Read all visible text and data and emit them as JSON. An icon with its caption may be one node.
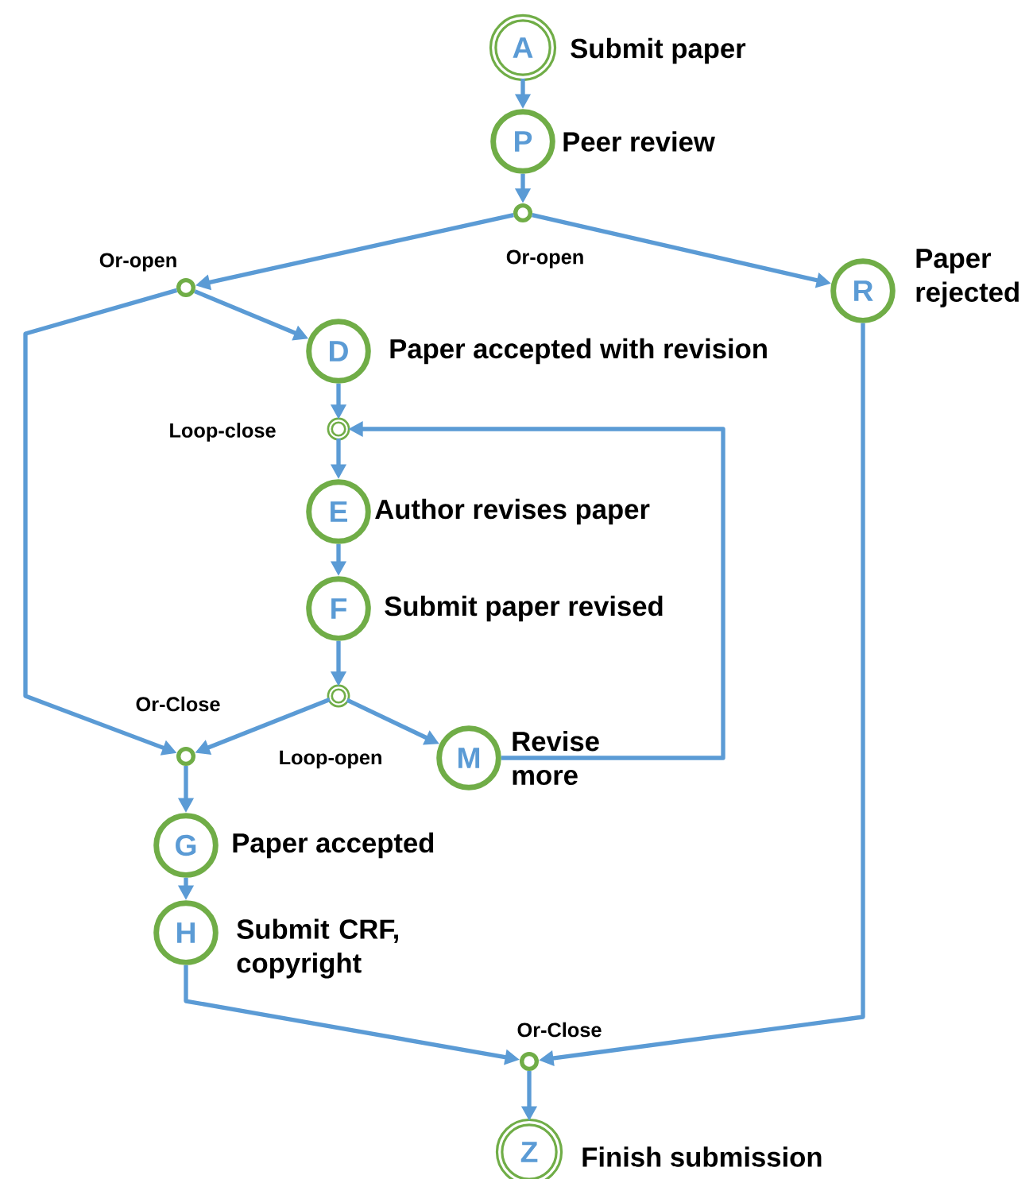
{
  "diagram": {
    "nodes": [
      {
        "text": [
          "A"
        ],
        "beside": [
          "Submit paper"
        ]
      },
      {
        "text": [
          "P"
        ],
        "beside": [
          "Peer review"
        ]
      },
      {
        "text": [],
        "shape": "circle",
        "beside": [
          "Or-open"
        ]
      },
      {
        "text": [],
        "shape": "circle",
        "beside": [
          "Or-open"
        ]
      },
      {
        "text": [
          "R"
        ],
        "beside": [
          "Paper rejected"
        ]
      },
      {
        "text": [
          "D"
        ],
        "beside": [
          "Paper accepted with revision"
        ]
      },
      {
        "text": [],
        "shape": "circle",
        "beside": [
          "Loop-close"
        ]
      },
      {
        "text": [
          "E"
        ],
        "beside": [
          "Author revises paper"
        ]
      },
      {
        "text": [
          "F"
        ],
        "beside": [
          "Submit paper revised"
        ]
      },
      {
        "text": [],
        "shape": "circle",
        "beside": [
          "Loop-open"
        ]
      },
      {
        "text": [],
        "shape": "circle",
        "beside": [
          "Or-Close"
        ]
      },
      {
        "text": [
          "M"
        ],
        "beside": [
          "Revise more"
        ]
      },
      {
        "text": [
          "G"
        ],
        "beside": [
          "Paper accepted"
        ]
      },
      {
        "text": [
          "H"
        ],
        "beside": [
          "Submit CRF, copyright"
        ]
      },
      {
        "text": [],
        "shape": "circle",
        "beside": [
          "Or-Close"
        ]
      },
      {
        "text": [
          "Z"
        ],
        "beside": [
          "Finish submission"
        ]
      }
    ],
    "edges": [
      {
        "from": 0,
        "to": 1,
        "arrow": "to"
      },
      {
        "from": 1,
        "to": 2,
        "arrow": "to"
      },
      {
        "from": 2,
        "to": 3,
        "arrow": "to"
      },
      {
        "from": 2,
        "to": 4,
        "arrow": "to"
      },
      {
        "from": 3,
        "to": 5,
        "arrow": "to"
      },
      {
        "from": 3,
        "to": 10,
        "arrow": "to"
      },
      {
        "from": 5,
        "to": 6,
        "arrow": "to"
      },
      {
        "from": 6,
        "to": 7,
        "arrow": "to"
      },
      {
        "from": 7,
        "to": 8,
        "arrow": "to"
      },
      {
        "from": 8,
        "to": 9,
        "arrow": "to"
      },
      {
        "from": 9,
        "to": 10,
        "arrow": "to"
      },
      {
        "from": 9,
        "to": 11,
        "arrow": "to"
      },
      {
        "from": 11,
        "to": 6,
        "arrow": "to"
      },
      {
        "from": 10,
        "to": 12,
        "arrow": "to"
      },
      {
        "from": 12,
        "to": 13,
        "arrow": "to"
      },
      {
        "from": 13,
        "to": 14,
        "arrow": "to"
      },
      {
        "from": 4,
        "to": 14,
        "arrow": "to"
      },
      {
        "from": 14,
        "to": 15,
        "arrow": "to"
      }
    ]
  }
}
